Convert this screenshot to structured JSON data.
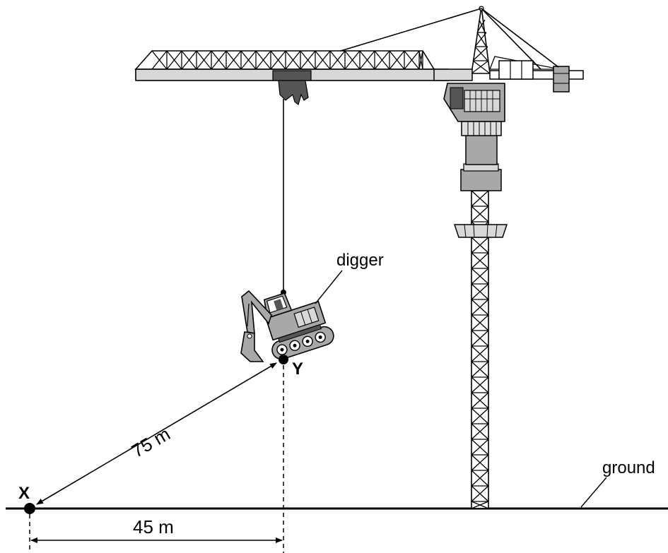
{
  "labels": {
    "digger": "digger",
    "point_x": "X",
    "point_y": "Y",
    "ground": "ground",
    "distance_xy": "75 m",
    "horizontal_distance": "45 m"
  },
  "colors": {
    "line": "#000000",
    "crane_gray": "#a8a8a8",
    "crane_dark": "#555555",
    "crane_light": "#d8d8d8"
  }
}
